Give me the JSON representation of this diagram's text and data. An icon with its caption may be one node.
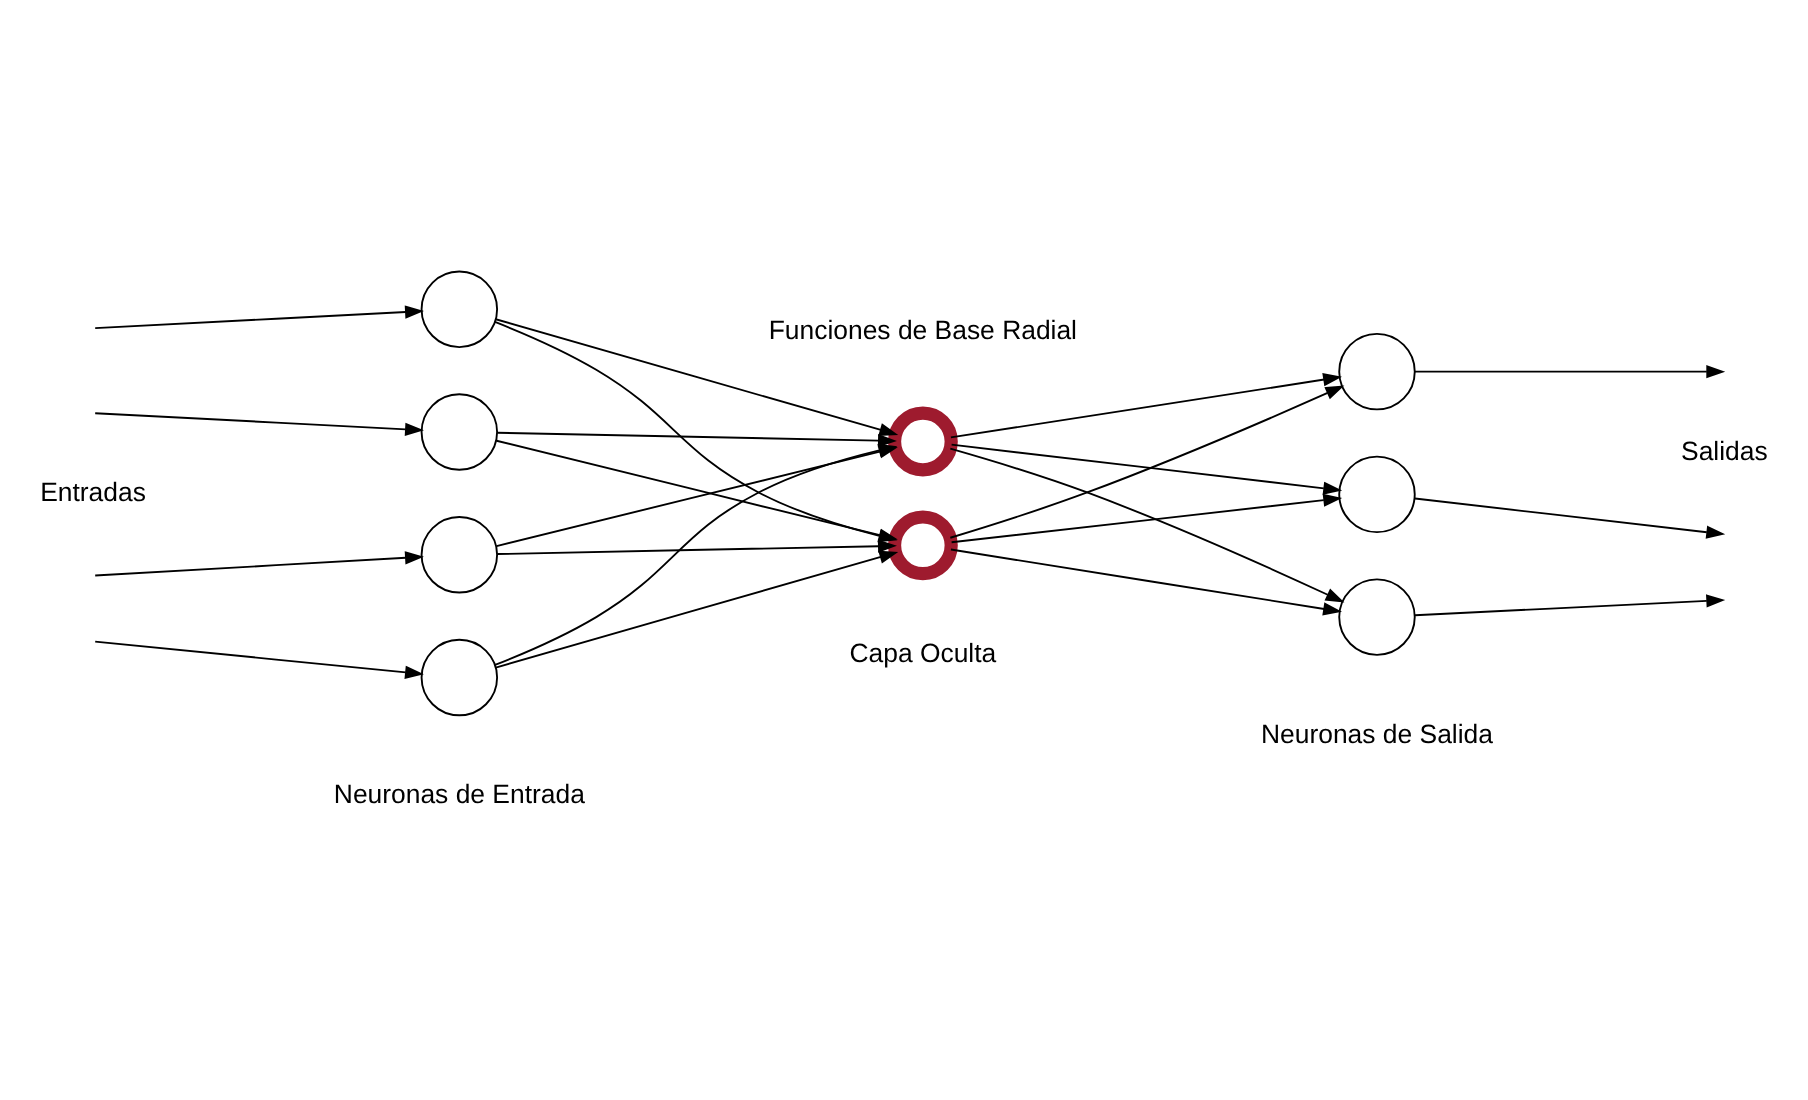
{
  "diagram": {
    "nodes": [
      {
        "text": [],
        "shape": "circle"
      },
      {
        "text": [],
        "shape": "circle"
      },
      {
        "text": [],
        "shape": "circle"
      },
      {
        "text": [],
        "shape": "circle"
      },
      {
        "text": [],
        "shape": "circle"
      },
      {
        "text": [],
        "shape": "circle"
      },
      {
        "text": [],
        "shape": "circle"
      },
      {
        "text": [],
        "shape": "circle"
      },
      {
        "text": [],
        "shape": "circle"
      }
    ],
    "edges": [
      {
        "from": null,
        "to": 0,
        "arrow": "to"
      },
      {
        "from": null,
        "to": 1,
        "arrow": "to"
      },
      {
        "from": null,
        "to": 2,
        "arrow": "to"
      },
      {
        "from": null,
        "to": 3,
        "arrow": "to"
      },
      {
        "from": 0,
        "to": 4,
        "arrow": "to"
      },
      {
        "from": 0,
        "to": 5,
        "arrow": "to"
      },
      {
        "from": 1,
        "to": 4,
        "arrow": "to"
      },
      {
        "from": 1,
        "to": 5,
        "arrow": "to"
      },
      {
        "from": 2,
        "to": 4,
        "arrow": "to"
      },
      {
        "from": 2,
        "to": 5,
        "arrow": "to"
      },
      {
        "from": 3,
        "to": 4,
        "arrow": "to"
      },
      {
        "from": 3,
        "to": 5,
        "arrow": "to"
      },
      {
        "from": 4,
        "to": 6,
        "arrow": "to"
      },
      {
        "from": 4,
        "to": 7,
        "arrow": "to"
      },
      {
        "from": 4,
        "to": 8,
        "arrow": "to"
      },
      {
        "from": 5,
        "to": 6,
        "arrow": "to"
      },
      {
        "from": 5,
        "to": 7,
        "arrow": "to"
      },
      {
        "from": 5,
        "to": 8,
        "arrow": "to"
      },
      {
        "from": 6,
        "to": null,
        "arrow": "to"
      },
      {
        "from": 7,
        "to": null,
        "arrow": "to"
      },
      {
        "from": 8,
        "to": null,
        "arrow": "to"
      }
    ],
    "labels": [
      "Funciones de Base Radial",
      "Entradas",
      "Salidas",
      "Capa Oculta",
      "Neuronas de Entrada",
      "Neuronas de Salida"
    ]
  }
}
